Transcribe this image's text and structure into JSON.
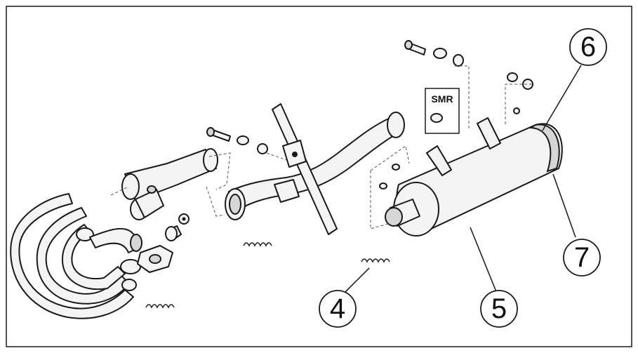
{
  "callouts": [
    {
      "id": "4",
      "label": "4"
    },
    {
      "id": "5",
      "label": "5"
    },
    {
      "id": "6",
      "label": "6"
    },
    {
      "id": "7",
      "label": "7"
    }
  ],
  "smr_box": {
    "label": "SMR"
  },
  "colors": {
    "line": "#1a1a1a",
    "fill": "#f4f4f4",
    "shade": "#d6d6d6"
  }
}
